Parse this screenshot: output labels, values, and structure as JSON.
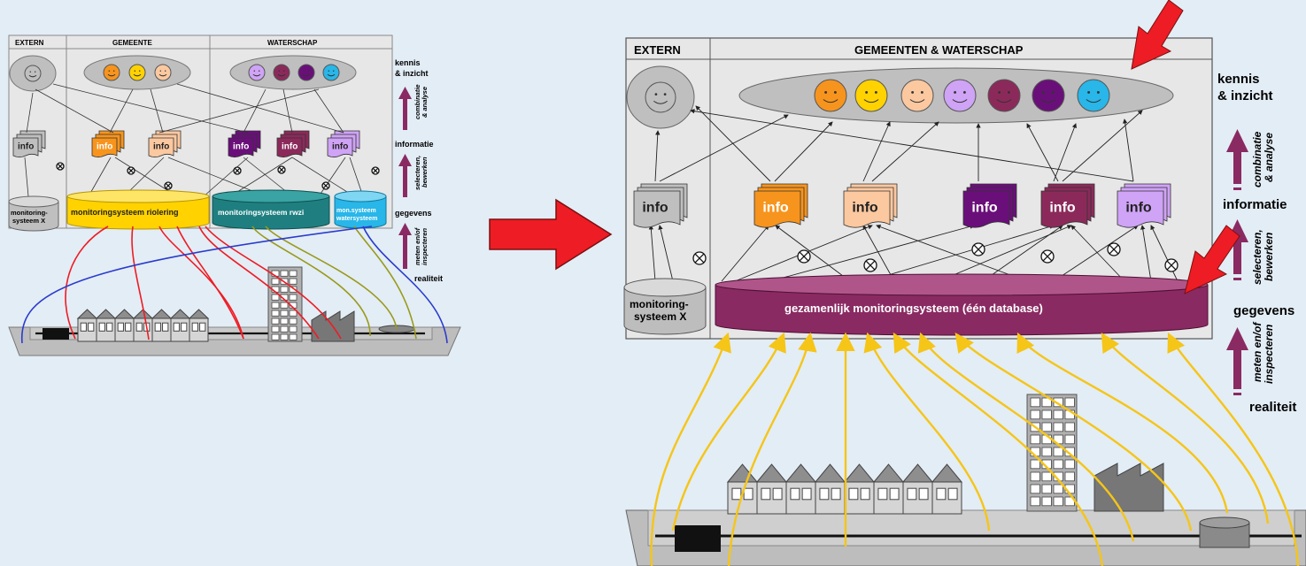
{
  "left": {
    "header": {
      "extern": "EXTERN",
      "gemeente": "GEMEENTE",
      "waterschap": "WATERSCHAP"
    },
    "info_label": "info",
    "db": {
      "x": "monitoring-\nsysteem X",
      "riolering": "monitoringsysteem riolering",
      "rwzi": "monitoringsysteem rwzi",
      "water": "mon.systeem\nwatersysteem"
    },
    "side": {
      "kennis": "kennis",
      "inzicht": "& inzicht",
      "combinatie": "combinatie",
      "analyse": "& analyse",
      "informatie": "informatie",
      "selecteren": "selecteren,",
      "bewerken": "bewerken",
      "gegevens": "gegevens",
      "meten": "meten en/of",
      "inspecteren": "inspecteren",
      "realiteit": "realiteit"
    }
  },
  "right": {
    "header": {
      "extern": "EXTERN",
      "combined": "GEMEENTEN & WATERSCHAP"
    },
    "info_label": "info",
    "db": {
      "x_line1": "monitoring-",
      "x_line2": "systeem X",
      "shared": "gezamenlijk monitoringsysteem (één database)"
    },
    "side": {
      "kennis": "kennis",
      "inzicht": "& inzicht",
      "combinatie": "combinatie",
      "analyse": "& analyse",
      "informatie": "informatie",
      "selecteren": "selecteren,",
      "bewerken": "bewerken",
      "gegevens": "gegevens",
      "meten": "meten en/of",
      "inspecteren": "inspecteren",
      "realiteit": "realiteit"
    }
  },
  "colors": {
    "background": "#e3edf6",
    "extern_grey": "#bfbfbf",
    "orange": "#f7941d",
    "yellow": "#ffd200",
    "peach": "#fbc8a0",
    "lilac": "#cfa3f5",
    "plum": "#8b2a5a",
    "purple": "#6a0f7a",
    "cyan": "#29b6e8",
    "teal": "#1f7f80",
    "maroon": "#8a2a62",
    "arrow_red": "#ee1c24",
    "arrow_purple": "#8a2a62",
    "yellow_line": "#f5c518"
  }
}
